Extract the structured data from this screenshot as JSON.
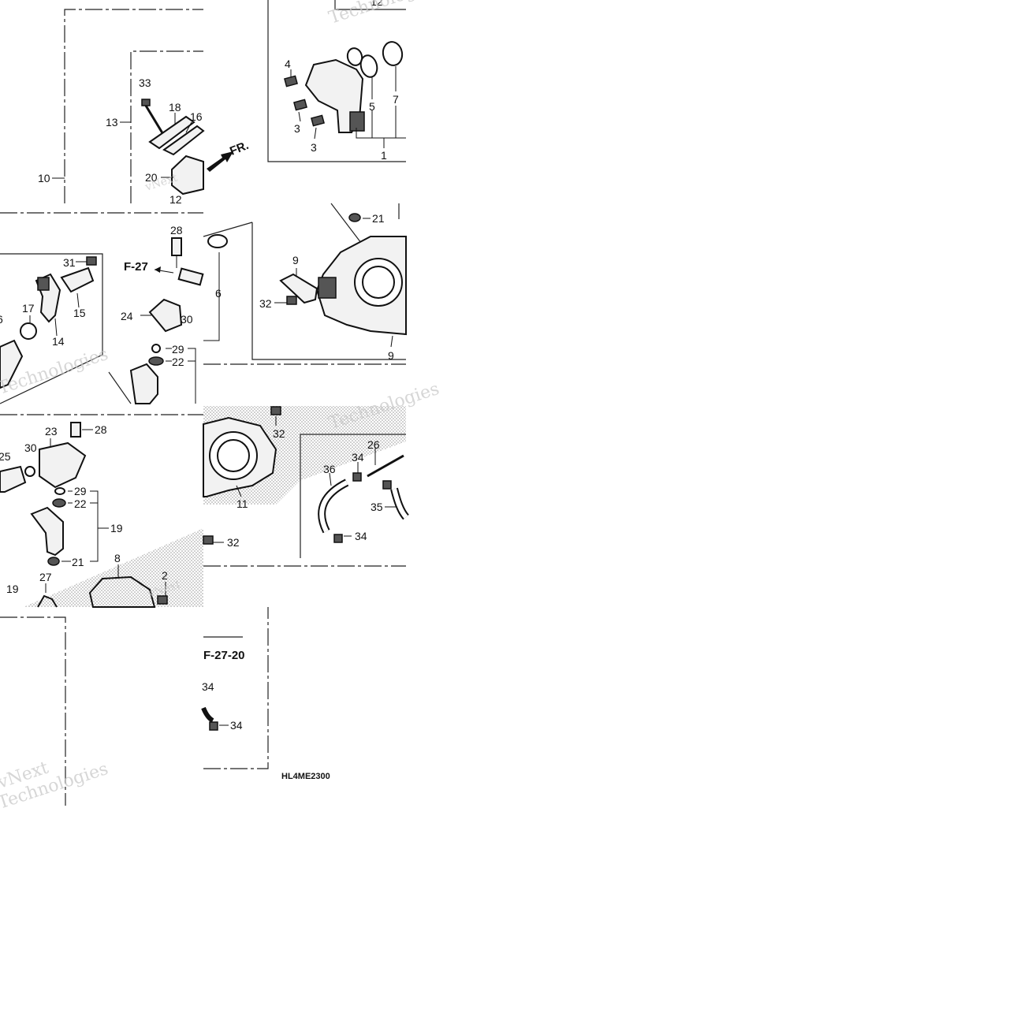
{
  "diagram": {
    "title": "",
    "direction_label": "FR.",
    "reference_labels": [
      "F-27",
      "F-27-20"
    ],
    "drawing_code": "HL4ME2300",
    "watermark": [
      "vNext",
      "Technologies"
    ],
    "callouts": [
      {
        "id": "c12",
        "label": "12"
      },
      {
        "id": "c4",
        "label": "4"
      },
      {
        "id": "c5",
        "label": "5"
      },
      {
        "id": "c7",
        "label": "7"
      },
      {
        "id": "c3a",
        "label": "3"
      },
      {
        "id": "c3b",
        "label": "3"
      },
      {
        "id": "c1",
        "label": "1"
      },
      {
        "id": "c33",
        "label": "33"
      },
      {
        "id": "c18",
        "label": "18"
      },
      {
        "id": "c16",
        "label": "16"
      },
      {
        "id": "c13",
        "label": "13"
      },
      {
        "id": "c20",
        "label": "20"
      },
      {
        "id": "c12b",
        "label": "12"
      },
      {
        "id": "c10",
        "label": "10"
      },
      {
        "id": "c21a",
        "label": "21"
      },
      {
        "id": "c28a",
        "label": "28"
      },
      {
        "id": "c31",
        "label": "31"
      },
      {
        "id": "c15",
        "label": "15"
      },
      {
        "id": "c17",
        "label": "17"
      },
      {
        "id": "c14",
        "label": "14"
      },
      {
        "id": "c6a",
        "label": "6"
      },
      {
        "id": "c6b",
        "label": "6"
      },
      {
        "id": "c9a",
        "label": "9"
      },
      {
        "id": "c32a",
        "label": "32"
      },
      {
        "id": "c9b",
        "label": "9"
      },
      {
        "id": "c24",
        "label": "24"
      },
      {
        "id": "c30a",
        "label": "30"
      },
      {
        "id": "c29a",
        "label": "29"
      },
      {
        "id": "c22a",
        "label": "22"
      },
      {
        "id": "c23",
        "label": "23"
      },
      {
        "id": "c28b",
        "label": "28"
      },
      {
        "id": "c25",
        "label": "25"
      },
      {
        "id": "c30b",
        "label": "30"
      },
      {
        "id": "c29b",
        "label": "29"
      },
      {
        "id": "c22b",
        "label": "22"
      },
      {
        "id": "c19a",
        "label": "19"
      },
      {
        "id": "c21b",
        "label": "21"
      },
      {
        "id": "c32b",
        "label": "32"
      },
      {
        "id": "c26",
        "label": "26"
      },
      {
        "id": "c34a",
        "label": "34"
      },
      {
        "id": "c36",
        "label": "36"
      },
      {
        "id": "c35",
        "label": "35"
      },
      {
        "id": "c11",
        "label": "11"
      },
      {
        "id": "c34b",
        "label": "34"
      },
      {
        "id": "c32c",
        "label": "32"
      },
      {
        "id": "c8",
        "label": "8"
      },
      {
        "id": "c2",
        "label": "2"
      },
      {
        "id": "c27",
        "label": "27"
      },
      {
        "id": "c19b",
        "label": "19"
      },
      {
        "id": "c34c",
        "label": "34"
      },
      {
        "id": "c34d",
        "label": "34"
      }
    ]
  }
}
